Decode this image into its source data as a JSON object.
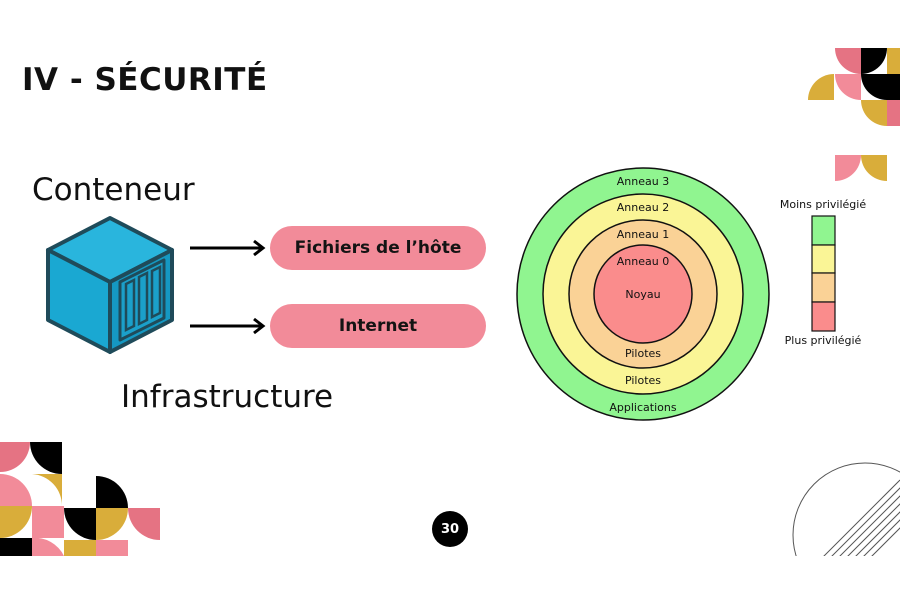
{
  "slide": {
    "title": "IV - SÉCURITÉ",
    "page_number": "30"
  },
  "left": {
    "container_label": "Conteneur",
    "infrastructure_label": "Infrastructure",
    "targets": [
      "Fichiers de l’hôte",
      "Internet"
    ]
  },
  "rings": {
    "labels": {
      "ring3": "Anneau 3",
      "ring2": "Anneau 2",
      "ring1": "Anneau 1",
      "ring0": "Anneau 0",
      "kernel": "Noyau",
      "drivers_inner": "Pilotes",
      "drivers_outer": "Pilotes",
      "applications": "Applications"
    },
    "colors": {
      "ring3": "#90f590",
      "ring2": "#faf596",
      "ring1": "#fad296",
      "ring0": "#fa8c8c"
    }
  },
  "legend": {
    "top_label": "Moins privilégié",
    "bottom_label": "Plus privilégié",
    "colors": [
      "#90f590",
      "#faf596",
      "#fad296",
      "#fa8c8c"
    ]
  },
  "decor": {
    "pink": "#f28b99",
    "gold": "#d9ad3a",
    "rose": "#e57383",
    "black": "#000000",
    "cube": "#1aa8d2"
  }
}
